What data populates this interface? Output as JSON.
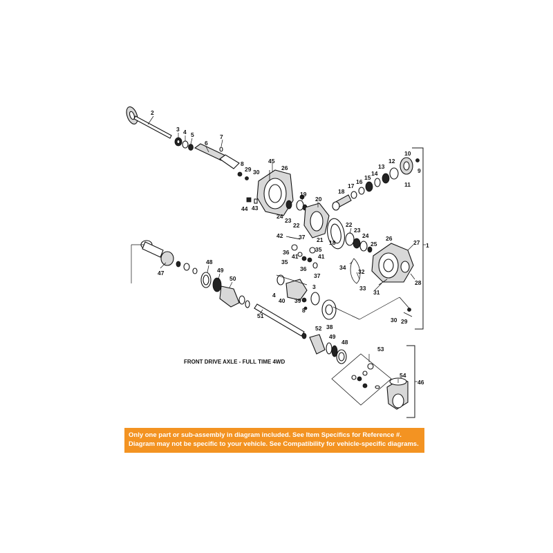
{
  "diagram": {
    "title": "FRONT DRIVE AXLE - FULL TIME 4WD"
  },
  "notice": {
    "line1": "Only one part or sub-assembly in diagram included. See Item Specifics for Reference #.",
    "line2": "Diagram may not be specific to your vehicle. See Compatibility for vehicle-specific diagrams.",
    "background_color": "#f39322"
  },
  "callouts": {
    "c2": "2",
    "c3a": "3",
    "c4a": "4",
    "c5": "5",
    "c6": "6",
    "c7": "7",
    "c8a": "8",
    "c29a": "29",
    "c30a": "30",
    "c45": "45",
    "c26a": "26",
    "c10": "10",
    "c9": "9",
    "c12": "12",
    "c13": "13",
    "c14": "14",
    "c15": "15",
    "c16": "16",
    "c17": "17",
    "c18a": "18",
    "c11": "11",
    "c1": "1",
    "c44": "44",
    "c43": "43",
    "c19": "19",
    "c20": "20",
    "c24a": "24",
    "c23a": "23",
    "c22a": "22",
    "c21": "21",
    "c18b": "18",
    "c42": "42",
    "c37a": "37",
    "c22b": "22",
    "c23b": "23",
    "c24b": "24",
    "c25": "25",
    "c26b": "26",
    "c27": "27",
    "c36a": "36",
    "c35a": "35",
    "c41a": "41",
    "c35b": "35",
    "c36b": "36",
    "c41b": "41",
    "c37b": "37",
    "c34": "34",
    "c32": "32",
    "c33": "33",
    "c31": "31",
    "c28": "28",
    "c47": "47",
    "c48a": "48",
    "c49a": "49",
    "c50": "50",
    "c4b": "4",
    "c40": "40",
    "c39": "39",
    "c3b": "3",
    "c8b": "8",
    "c38": "38",
    "c30b": "30",
    "c29b": "29",
    "c51": "51",
    "c52": "52",
    "c49b": "49",
    "c48b": "48",
    "c53": "53",
    "c54": "54",
    "c46": "46"
  }
}
